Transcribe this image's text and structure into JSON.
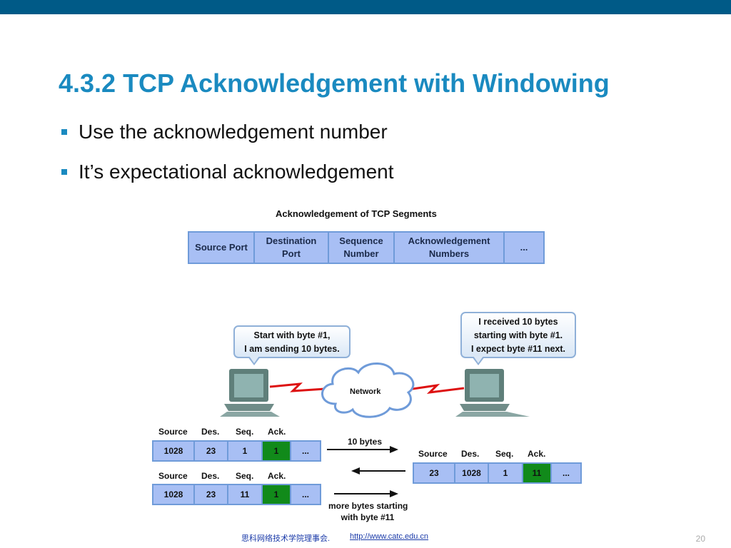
{
  "slide": {
    "title": "4.3.2 TCP Acknowledgement with Windowing",
    "bullets": [
      "Use the acknowledgement number",
      "It’s expectational acknowledgement"
    ],
    "page_number": "20",
    "accent_color": "#1a8ac0",
    "bar_color": "#005a87"
  },
  "header_diagram": {
    "caption": "Acknowledgement of TCP Segments",
    "fields": [
      "Source Port",
      "Destination\nPort",
      "Sequence\nNumber",
      "Acknowledgement\nNumbers",
      "..."
    ]
  },
  "exchange": {
    "left_bubble": [
      "Start with byte #1,",
      "I am sending 10 bytes."
    ],
    "right_bubble": [
      "I received 10 bytes",
      "starting with byte #1.",
      "I expect byte #11 next."
    ],
    "network_label": "Network",
    "column_labels": [
      "Source",
      "Des.",
      "Seq.",
      "Ack."
    ],
    "segment1": [
      "1028",
      "23",
      "1",
      "1",
      "..."
    ],
    "segment2": [
      "23",
      "1028",
      "1",
      "11",
      "..."
    ],
    "segment3": [
      "1028",
      "23",
      "11",
      "1",
      "..."
    ],
    "arrow1_label": "10 bytes",
    "arrow3_label": [
      "more bytes starting",
      "with byte #11"
    ]
  },
  "footer": {
    "org": "思科网络技术学院理事会.",
    "link": "http://www.catc.edu.cn"
  }
}
